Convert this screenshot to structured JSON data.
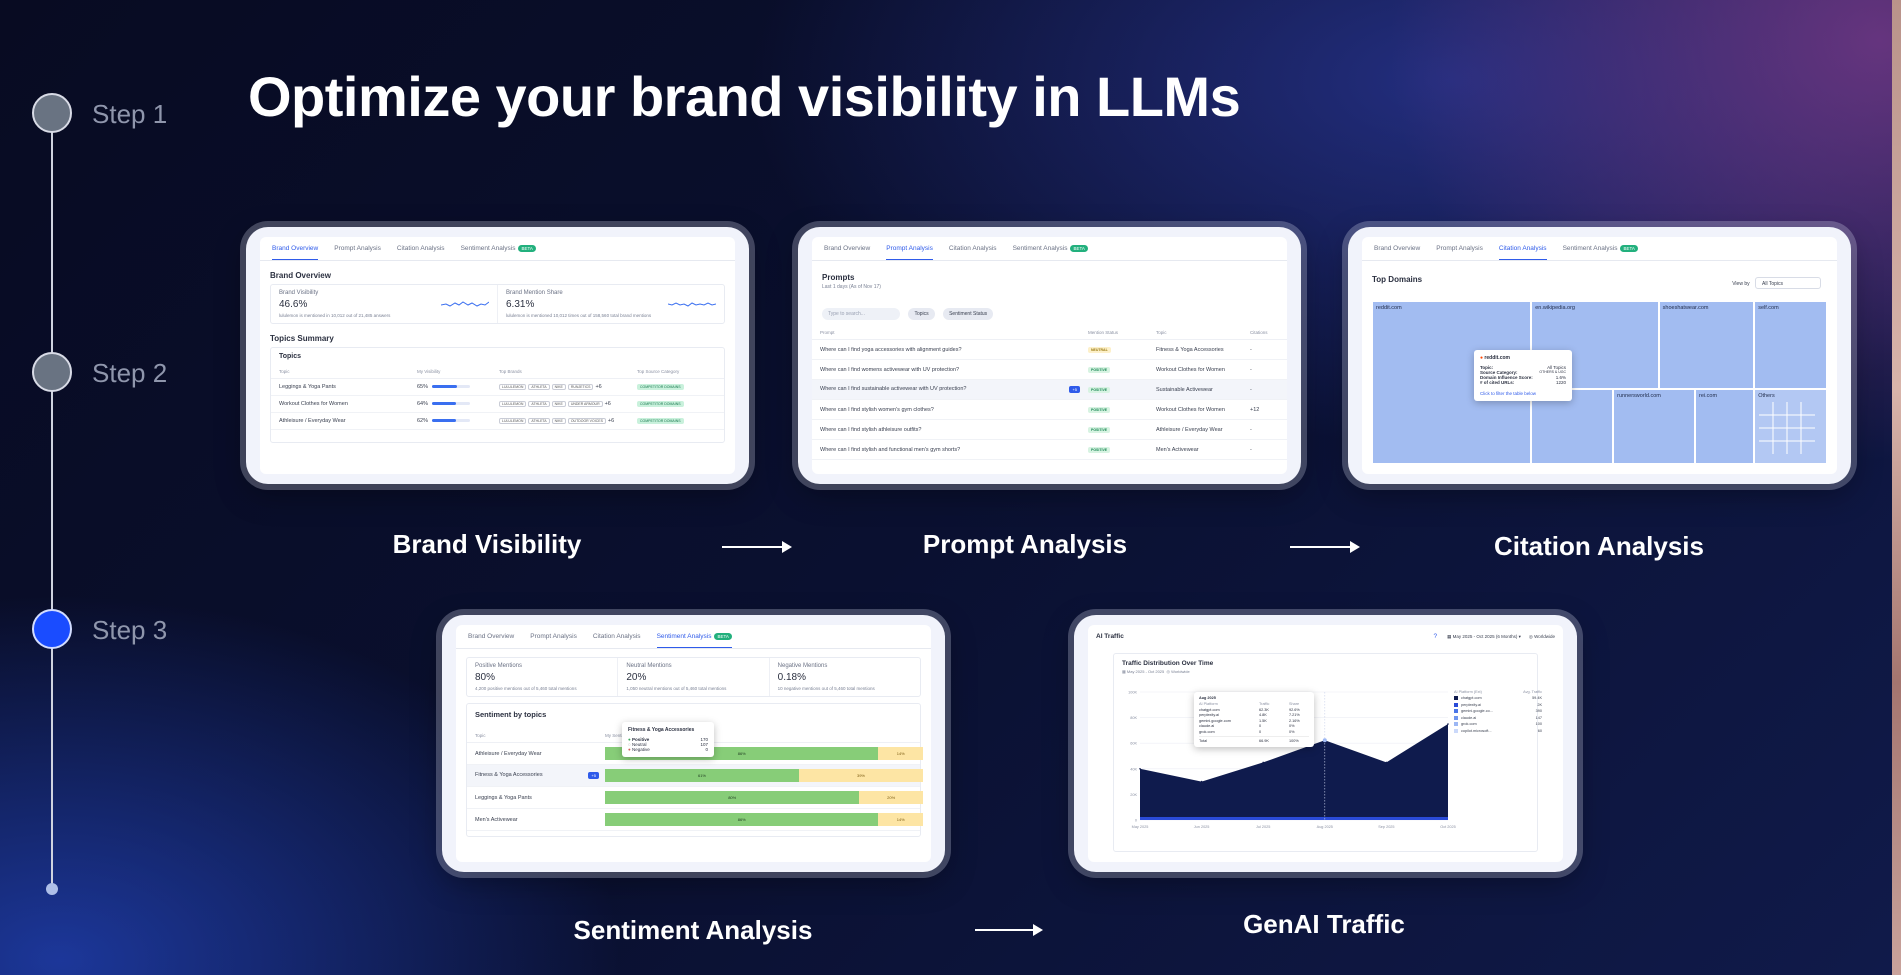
{
  "title": "Optimize your brand visibility in LLMs",
  "steps": [
    "Step 1",
    "Step 2",
    "Step 3"
  ],
  "captions": {
    "brand": "Brand Visibility",
    "prompt": "Prompt Analysis",
    "citation": "Citation Analysis",
    "sentiment": "Sentiment Analysis",
    "genai": "GenAI Traffic"
  },
  "tabs": {
    "overview": "Brand Overview",
    "prompt": "Prompt Analysis",
    "citation": "Citation Analysis",
    "sentiment": "Sentiment Analysis",
    "beta": "BETA"
  },
  "brand": {
    "section": "Brand Overview",
    "visibility_label": "Brand Visibility",
    "visibility_value": "46.6%",
    "visibility_sub": "lululemon is mentioned in 10,012 out of 21,485 answers",
    "share_label": "Brand Mention Share",
    "share_value": "6.31%",
    "share_sub": "lululemon is mentioned 10,012 times out of 158,560 total brand mentions",
    "topics_summary": "Topics Summary",
    "topics": "Topics",
    "headers": [
      "Topic",
      "My Visibility",
      "Top Brands",
      "Top Source Category"
    ],
    "rows": [
      {
        "topic": "Leggings & Yoga Pants",
        "vis": "65%",
        "fill": 0.65,
        "brands": [
          "LULULEMON",
          "ATHLETA",
          "NIKE",
          "RUNJETICS"
        ],
        "more": "+6",
        "cat": "COMPETITOR DOMAINS"
      },
      {
        "topic": "Workout Clothes for Women",
        "vis": "64%",
        "fill": 0.64,
        "brands": [
          "LULULEMON",
          "ATHLETA",
          "NIKE",
          "UNDER ARMOUR"
        ],
        "more": "+6",
        "cat": "COMPETITOR DOMAINS"
      },
      {
        "topic": "Athleisure / Everyday Wear",
        "vis": "62%",
        "fill": 0.62,
        "brands": [
          "LULULEMON",
          "ATHLETA",
          "NIKE",
          "OUTDOOR VOICES"
        ],
        "more": "+6",
        "cat": "COMPETITOR DOMAINS"
      }
    ]
  },
  "prompt": {
    "section": "Prompts",
    "subtitle": "Last 1 days (As of Nov 17)",
    "search_placeholder": "Type to search...",
    "filter_topics": "Topics",
    "filter_status": "Sentiment Status",
    "headers": [
      "Prompt",
      "Mention Status",
      "Topic",
      "Citations"
    ],
    "rows": [
      {
        "q": "Where can I find yoga accessories with alignment guides?",
        "status": "NEUTRAL",
        "topic": "Fitness & Yoga Accessories",
        "cit": "-"
      },
      {
        "q": "Where can I find womens activewear with UV protection?",
        "status": "POSITIVE",
        "topic": "Workout Clothes for Women",
        "cit": "-"
      },
      {
        "q": "Where can I find sustainable activewear with UV protection?",
        "status": "POSITIVE",
        "topic": "Sustainable Activewear",
        "cit": "-",
        "badge": "+5"
      },
      {
        "q": "Where can I find stylish women's gym clothes?",
        "status": "POSITIVE",
        "topic": "Workout Clothes for Women",
        "cit": "+12"
      },
      {
        "q": "Where can I find stylish athleisure outfits?",
        "status": "POSITIVE",
        "topic": "Athleisure / Everyday Wear",
        "cit": "-"
      },
      {
        "q": "Where can I find stylish and functional men's gym shorts?",
        "status": "POSITIVE",
        "topic": "Men's Activewear",
        "cit": "-"
      }
    ]
  },
  "citation": {
    "section": "Top Domains",
    "viewby": "View by",
    "viewby_value": "All Topics",
    "domains": [
      "reddit.com",
      "en.wikipedia.org",
      "shoeshatwear.com",
      "self.com",
      "runnersworld.com",
      "rei.com",
      "Others"
    ],
    "tooltip": {
      "domain": "reddit.com",
      "topic_l": "Topic:",
      "topic_v": "All Topics",
      "cat_l": "Source Category:",
      "cat_v": "OTHERS & UGC",
      "score_l": "Domain Influence Score:",
      "score_v": "1.6%",
      "urls_l": "# of cited URLs:",
      "urls_v": "1220",
      "link": "Click to filter the table below"
    }
  },
  "sentiment": {
    "pos_label": "Positive Mentions",
    "pos_value": "80%",
    "pos_sub": "4,200 positive mentions out of 5,460 total mentions",
    "neu_label": "Neutral Mentions",
    "neu_value": "20%",
    "neu_sub": "1,050 neutral mentions out of 5,460 total mentions",
    "neg_label": "Negative Mentions",
    "neg_value": "0.18%",
    "neg_sub": "10 negative mentions out of 5,460 total mentions",
    "section": "Sentiment by topics",
    "headers": [
      "Topic",
      "My Sentiment"
    ],
    "rows": [
      {
        "topic": "Athleisure / Everyday Wear",
        "pos": 0.86,
        "posl": "86%",
        "negl": "14%"
      },
      {
        "topic": "Fitness & Yoga Accessories",
        "pos": 0.61,
        "posl": "61%",
        "negl": "39%",
        "badge": "+5"
      },
      {
        "topic": "Leggings & Yoga Pants",
        "pos": 0.8,
        "posl": "80%",
        "negl": "20%"
      },
      {
        "topic": "Men's Activewear",
        "pos": 0.86,
        "posl": "86%",
        "negl": "14%"
      }
    ],
    "tooltip": {
      "title": "Fitness & Yoga Accessories",
      "pos_l": "Positive",
      "pos_v": "170",
      "neu_l": "Neutral",
      "neu_v": "107",
      "neg_l": "Negative",
      "neg_v": "0"
    }
  },
  "traffic": {
    "section": "AI Traffic",
    "date": "May 2025 - Oct 2025 (6 Months)",
    "region": "Worldwide",
    "chart_title": "Traffic Distribution Over Time",
    "chart_sub": "May 2025 - Oct 2025",
    "chart_sub2": "Worldwide",
    "legend_head": [
      "AI Platform (Ext)",
      "Avg. Traffic"
    ],
    "legend": [
      {
        "name": "chatgpt.com",
        "val": "59.4K",
        "color": "#0f1b4d"
      },
      {
        "name": "perplexity.ai",
        "val": "2K",
        "color": "#2a4bd8"
      },
      {
        "name": "gemini.google.co...",
        "val": "390",
        "color": "#4a76e8"
      },
      {
        "name": "claude.ai",
        "val": "147",
        "color": "#6f95ee"
      },
      {
        "name": "grok.com",
        "val": "100",
        "color": "#9cb7f4"
      },
      {
        "name": "copilot.microsoft...",
        "val": "60",
        "color": "#cbd9fa"
      }
    ],
    "xticks": [
      "May 2025",
      "Jun 2025",
      "Jul 2025",
      "Aug 2025",
      "Sep 2025",
      "Oct 2025"
    ],
    "yticks": [
      "100K",
      "80K",
      "60K",
      "40K",
      "20K",
      "0"
    ],
    "tip": {
      "title": "Aug 2025",
      "h": [
        "AI Platform",
        "Traffic",
        "Share"
      ],
      "rows": [
        [
          "chatgpt.com",
          "62.3K",
          "92.6%"
        ],
        [
          "perplexity.ai",
          "4.8K",
          "7.21%"
        ],
        [
          "gemini.google.com",
          "1.5K",
          "2.16%"
        ],
        [
          "claude.ai",
          "0",
          "0%"
        ],
        [
          "grok.com",
          "0",
          "0%"
        ]
      ],
      "total": [
        "Total",
        "66.9K",
        "100%"
      ]
    }
  },
  "chart_data": {
    "type": "area",
    "x": [
      "May 2025",
      "Jun 2025",
      "Jul 2025",
      "Aug 2025",
      "Sep 2025",
      "Oct 2025"
    ],
    "series": [
      {
        "name": "chatgpt.com",
        "values": [
          40000,
          30000,
          45000,
          62300,
          45000,
          75000
        ]
      }
    ],
    "ylim": [
      0,
      100000
    ]
  }
}
